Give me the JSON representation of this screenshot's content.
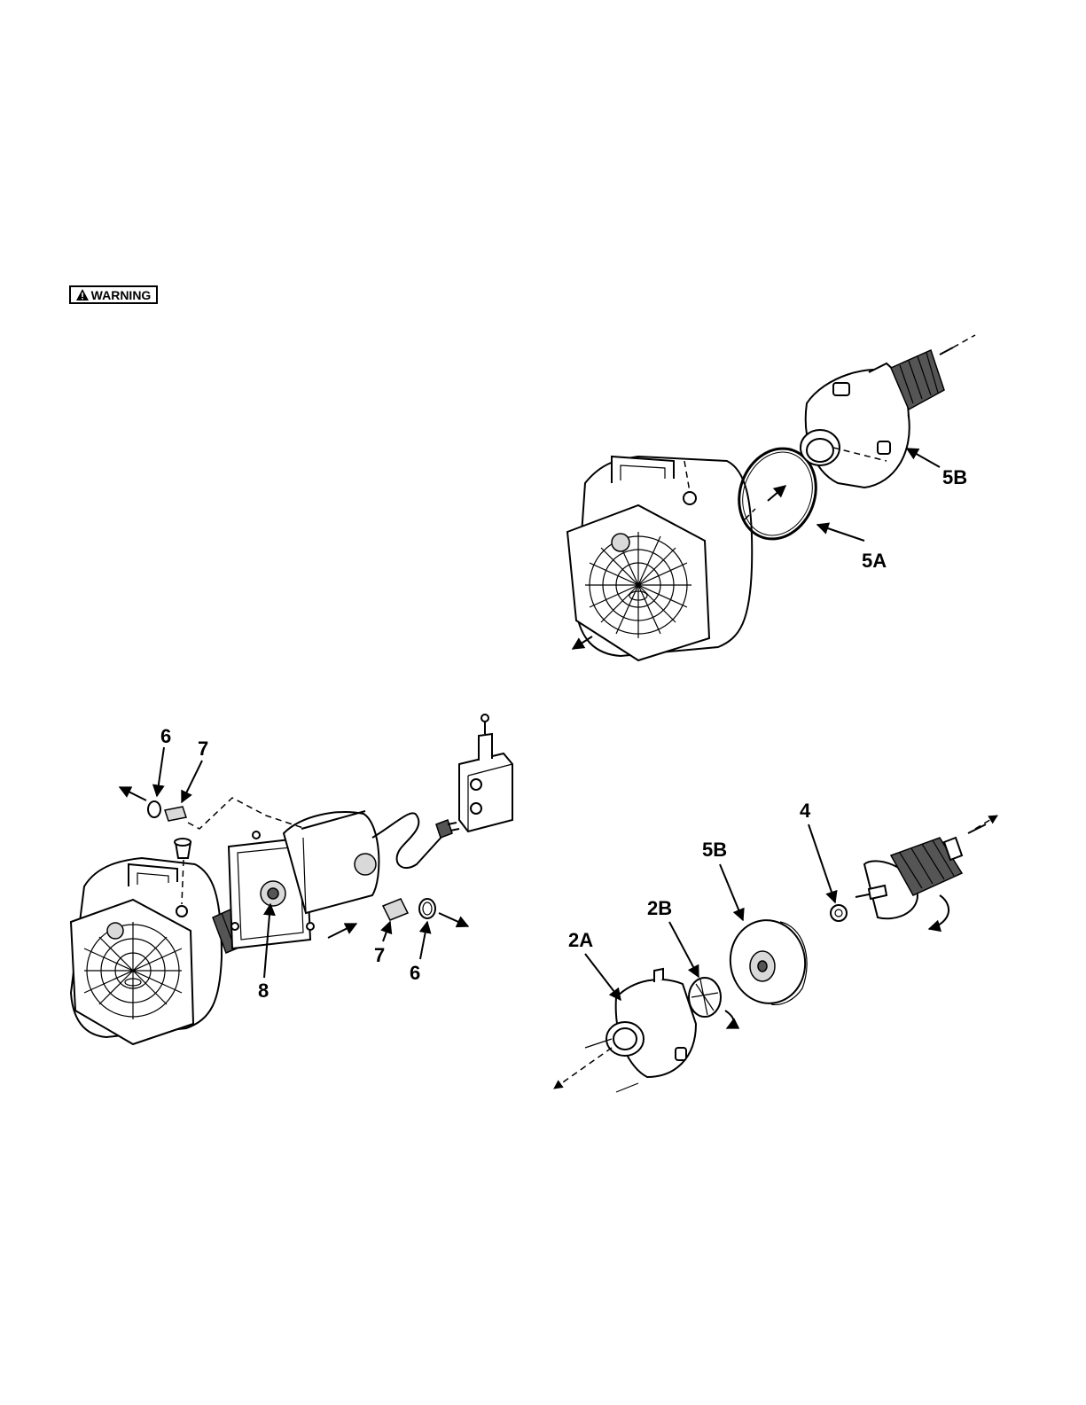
{
  "warning": {
    "label": "WARNING"
  },
  "figure_top": {
    "callouts": {
      "c5b": "5B",
      "c5a": "5A"
    }
  },
  "figure_left": {
    "callouts": {
      "c6a": "6",
      "c7a": "7",
      "c7b": "7",
      "c6b": "6",
      "c8": "8"
    }
  },
  "figure_right": {
    "callouts": {
      "c4": "4",
      "c5b": "5B",
      "c2b": "2B",
      "c2a": "2A"
    }
  }
}
